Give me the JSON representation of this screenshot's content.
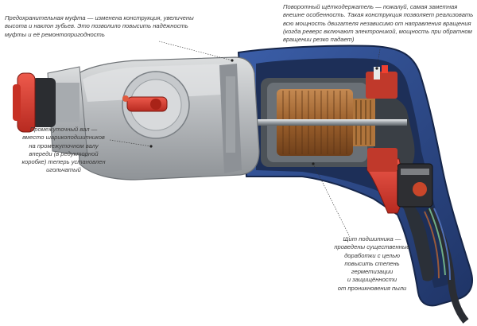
{
  "annotations": [
    {
      "id": "n1",
      "lines": [
        "Предохранительная муфта — изменена конструкция, увеличены",
        "высота и наклон зубьев. Это позволило повысить надёжность",
        "муфты и её ремонтопригодность"
      ]
    },
    {
      "id": "n2",
      "lines": [
        "Поворотный щёткодержатель — пожалуй, самая заметная",
        "внешне особенность. Такая конструкция позволяет реализовать",
        "всю мощность двигателя независимо от направления вращения",
        "(когда реверс включают электроникой, мощность при обратном",
        "вращении резко падает)"
      ]
    },
    {
      "id": "n3",
      "lines": [
        "Промежуточный вал —",
        "вместо шарикоподшипников",
        "на промежуточном валу",
        "впереди (в редукторной",
        "коробке) теперь установлен",
        "игольчатый"
      ]
    },
    {
      "id": "n4",
      "lines": [
        "Щит подшипника —",
        "проведены существенные",
        "доработки с целью",
        "повысить степень",
        "герметизации",
        "и защищённости",
        "от проникновения пыли"
      ]
    }
  ],
  "colors": {
    "housing_blue": "#2a4a8a",
    "gray_body": "#b9bcbf",
    "red_parts": "#d8372c"
  }
}
